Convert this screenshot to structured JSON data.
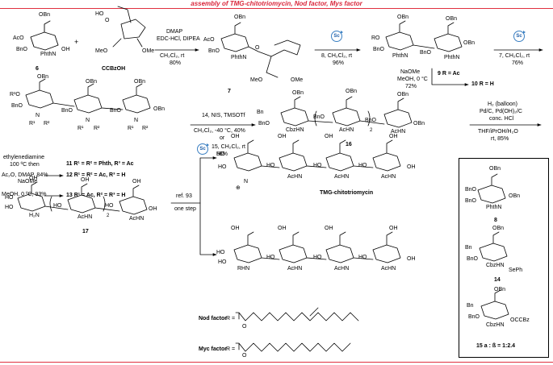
{
  "header": "assembly of TMG-chitotriomycin, Nod factor, Mys factor",
  "compounds": {
    "c6": "6",
    "ccbzoh": "CCBzOH",
    "c7": "7",
    "c9": "9 R = Ac",
    "c10": "10 R = H",
    "c11": "11 R¹ = R² = Phth, R³ = Ac",
    "c12": "12 R¹ = R² = Ac, R³ = H",
    "c13": "13 R¹ = Ac, R² = R³ = H",
    "c16": "16",
    "c17": "17",
    "tmg": "TMG-chitotriomycin",
    "nod": "Nod factor",
    "myc": "Myc factor",
    "box8": "8",
    "box14": "14",
    "box15": "15 a : ß = 1:2.4"
  },
  "groups": {
    "bn": "Bn",
    "obn": "OBn",
    "aco": "AcO",
    "bno": "BnO",
    "phthn": "PhthN",
    "oh": "OH",
    "ho": "HO",
    "ome": "OMe",
    "meo": "MeO",
    "ro": "RO",
    "r3o": "R³O",
    "cbzhn": "CbzHN",
    "achn": "AcHN",
    "h2n": "H₂N",
    "rhn": "RHN",
    "seph": "SePh",
    "occbz": "OCCBz",
    "nr1r2": "N",
    "r1": "R¹",
    "r2": "R²",
    "sub2": "2",
    "o": "O",
    "nme3": "N",
    "plus": "⊕",
    "r_eq": "R =",
    "sc": "Sc"
  },
  "conditions": {
    "step1_a": "DMAP",
    "step1_b": "EDC-HCl, DIPEA",
    "step1_c": "CH₂Cl₂, rt",
    "step1_d": "80%",
    "step2_a": "8, CH₂Cl₂, rt",
    "step2_b": "96%",
    "step3_a": "7, CH₂Cl₂, rt",
    "step3_b": "76%",
    "depro_a": "NaOMe",
    "depro_b": "MeOH, 0 °C",
    "depro_c": "72%",
    "step4_a": "14, NIS, TMSOTf",
    "step4_b": "CH₂Cl₂, -40 °C, 40%",
    "step4_or": "or",
    "step4_c": "15, CH₂Cl₂, rt",
    "step4_d": "58%",
    "hyd_a": "H₂ (balloon)",
    "hyd_b": "Pd/C, Pd(OH)₂/C",
    "hyd_c": "conc. HCl",
    "hyd_d": "THF/iPrOH/H₂O",
    "hyd_e": "rt, 85%",
    "eda_a": "ethylenediamine",
    "eda_b": "100 ºC then",
    "eda_c": "Ac₂O, DMAP, 84%",
    "eda_d": "NaOMe",
    "eda_e": "MeOH, 0 ºC, 93%",
    "ref_a": "ref. 93",
    "ref_b": "one step"
  },
  "plus_sign": "+"
}
